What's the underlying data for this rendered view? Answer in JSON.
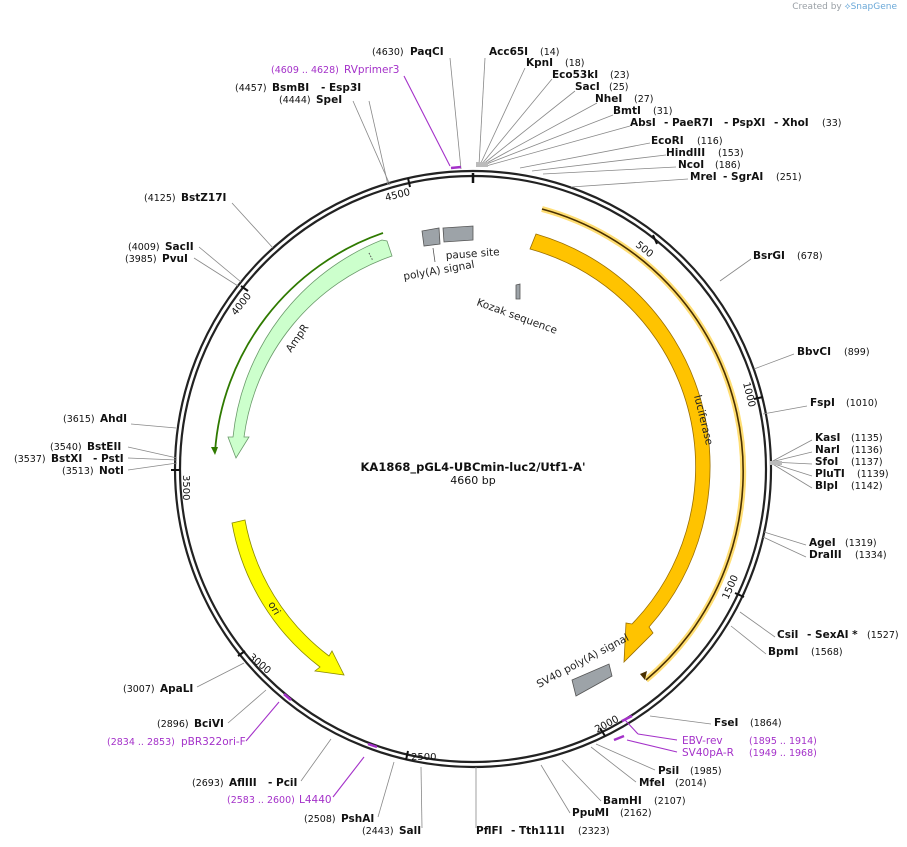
{
  "watermark": {
    "prefix": "Created by",
    "brand": "SnapGene"
  },
  "plasmid": {
    "name": "KA1868_pGL4-UBCmin-luc2/Utf1-A'",
    "length_label": "4660 bp"
  },
  "ticks": [
    "500",
    "1000",
    "1500",
    "2000",
    "2500",
    "3000",
    "3500",
    "4000",
    "4500"
  ],
  "features": [
    {
      "name": "luciferase",
      "color": "#ffc300"
    },
    {
      "name": "AmpR",
      "color": "#ccffcc"
    },
    {
      "name": "ori",
      "color": "#ffff00"
    },
    {
      "name": "SV40 poly(A) signal",
      "color": "#9da3a8"
    },
    {
      "name": "poly(A) signal",
      "color": "#9da3a8"
    },
    {
      "name": "pause site",
      "color": "#9da3a8"
    },
    {
      "name": "Kozak sequence",
      "color": "#9da3a8"
    }
  ],
  "primers": [
    {
      "name": "RVprimer3",
      "range": "(4609 .. 4628)"
    },
    {
      "name": "EBV-rev",
      "range": "(1895 .. 1914)"
    },
    {
      "name": "SV40pA-R",
      "range": "(1949 .. 1968)"
    },
    {
      "name": "pBR322ori-F",
      "range": "(2834 .. 2853)"
    },
    {
      "name": "L4440",
      "range": "(2583 .. 2600)"
    }
  ],
  "enzymes": [
    {
      "pos": "(4630)",
      "name": "PaqCI"
    },
    {
      "pos": "(4457)",
      "name": "BsmBI",
      "name2": "- Esp3I"
    },
    {
      "pos": "(4444)",
      "name": "SpeI"
    },
    {
      "pos": "(4125)",
      "name": "BstZ17I"
    },
    {
      "pos": "(4009)",
      "name": "SacII"
    },
    {
      "pos": "(3985)",
      "name": "PvuI"
    },
    {
      "pos": "(3615)",
      "name": "AhdI"
    },
    {
      "pos": "(3540)",
      "name": "BstEII"
    },
    {
      "pos": "(3537)",
      "name": "BstXI",
      "name2": "- PstI"
    },
    {
      "pos": "(3513)",
      "name": "NotI"
    },
    {
      "pos": "(3007)",
      "name": "ApaLI"
    },
    {
      "pos": "(2896)",
      "name": "BciVI"
    },
    {
      "pos": "(2693)",
      "name": "AflIII",
      "name2": "- PciI"
    },
    {
      "pos": "(2508)",
      "name": "PshAI"
    },
    {
      "pos": "(2443)",
      "name": "SalI"
    },
    {
      "name": "Acc65I",
      "pos": "(14)"
    },
    {
      "name": "KpnI",
      "pos": "(18)"
    },
    {
      "name": "Eco53kI",
      "pos": "(23)"
    },
    {
      "name": "SacI",
      "pos": "(25)"
    },
    {
      "name": "NheI",
      "pos": "(27)"
    },
    {
      "name": "BmtI",
      "pos": "(31)"
    },
    {
      "name": "AbsI",
      "name2": "- PaeR7I",
      "name3": "- PspXI",
      "name4": "- XhoI",
      "pos": "(33)"
    },
    {
      "name": "EcoRI",
      "pos": "(116)"
    },
    {
      "name": "HindIII",
      "pos": "(153)"
    },
    {
      "name": "NcoI",
      "pos": "(186)"
    },
    {
      "name": "MreI",
      "name2": "- SgrAI",
      "pos": "(251)"
    },
    {
      "name": "BsrGI",
      "pos": "(678)"
    },
    {
      "name": "BbvCI",
      "pos": "(899)"
    },
    {
      "name": "FspI",
      "pos": "(1010)"
    },
    {
      "name": "KasI",
      "pos": "(1135)"
    },
    {
      "name": "NarI",
      "pos": "(1136)"
    },
    {
      "name": "SfoI",
      "pos": "(1137)"
    },
    {
      "name": "PluTI",
      "pos": "(1139)"
    },
    {
      "name": "BlpI",
      "pos": "(1142)"
    },
    {
      "name": "AgeI",
      "pos": "(1319)"
    },
    {
      "name": "DraIII",
      "pos": "(1334)"
    },
    {
      "name": "CsiI",
      "name2": "- SexAI *",
      "pos": "(1527)"
    },
    {
      "name": "BpmI",
      "pos": "(1568)"
    },
    {
      "name": "FseI",
      "pos": "(1864)"
    },
    {
      "name": "PsiI",
      "pos": "(1985)"
    },
    {
      "name": "MfeI",
      "pos": "(2014)"
    },
    {
      "name": "BamHI",
      "pos": "(2107)"
    },
    {
      "name": "PpuMI",
      "pos": "(2162)"
    },
    {
      "name": "PflFI",
      "name2": "- Tth111I",
      "pos": "(2323)"
    }
  ]
}
